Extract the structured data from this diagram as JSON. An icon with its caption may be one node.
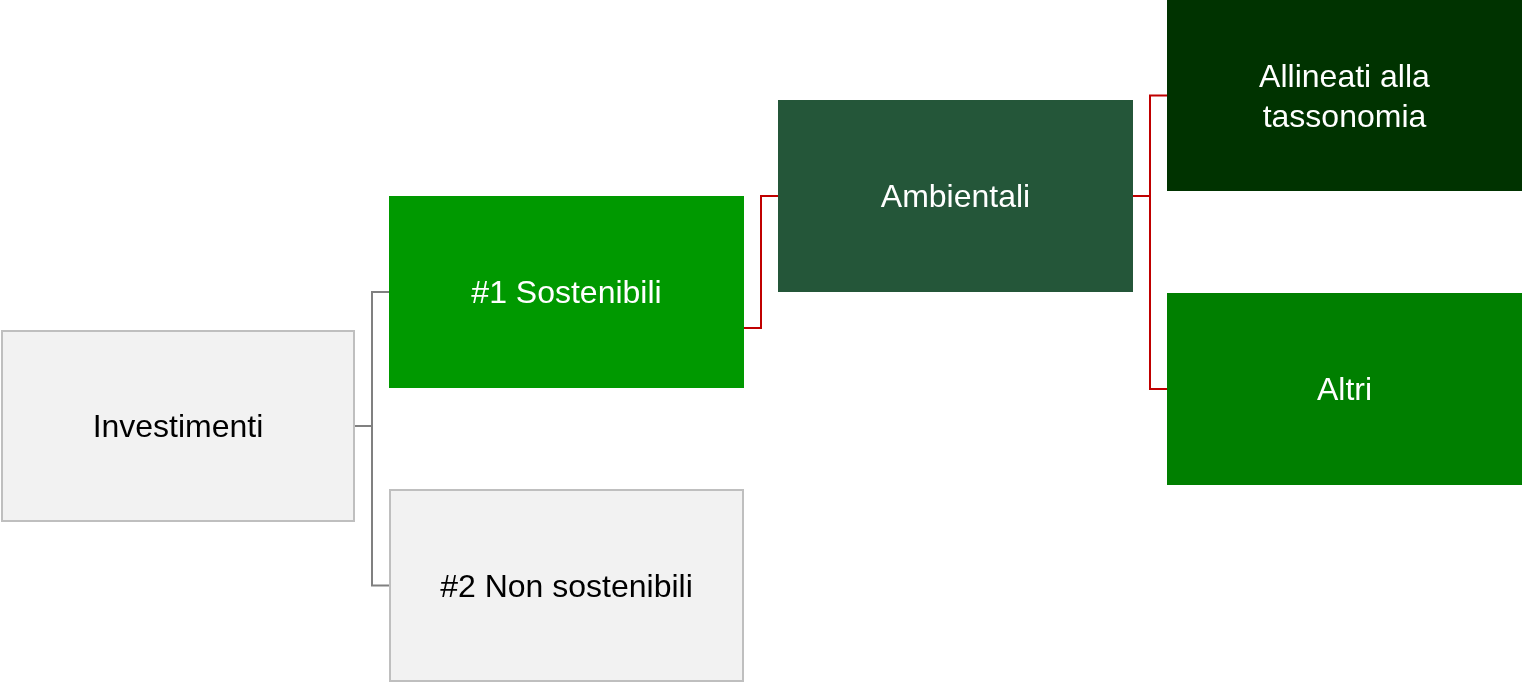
{
  "diagram": {
    "nodes": [
      {
        "text": [
          "Investimenti"
        ]
      },
      {
        "text": [
          "#1 Sostenibili"
        ]
      },
      {
        "text": [
          "#2 Non sostenibili"
        ]
      },
      {
        "text": [
          "Ambientali"
        ]
      },
      {
        "text": [
          "Allineati alla tassonomia"
        ]
      },
      {
        "text": [
          "Altri"
        ]
      }
    ],
    "edges": [
      {
        "from": 0,
        "to": 1,
        "arrow": "none",
        "color": "#808080"
      },
      {
        "from": 0,
        "to": 2,
        "arrow": "none",
        "color": "#808080"
      },
      {
        "from": 1,
        "to": 3,
        "arrow": "none"
      },
      {
        "from": 3,
        "to": 4,
        "arrow": "none"
      },
      {
        "from": 3,
        "to": 5,
        "arrow": "none"
      }
    ]
  }
}
